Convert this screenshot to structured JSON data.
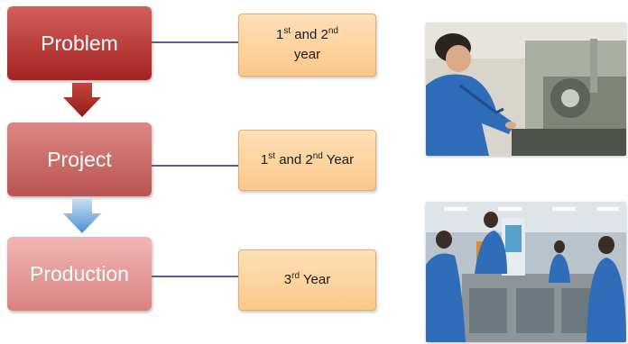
{
  "stages": [
    {
      "label": "Problem"
    },
    {
      "label": "Project"
    },
    {
      "label": "Production"
    }
  ],
  "years": [
    {
      "before": "1",
      "sup1": "st",
      "mid": " and 2",
      "sup2": "nd",
      "after": " year"
    },
    {
      "before": "1",
      "sup1": "st",
      "mid": " and 2",
      "sup2": "nd",
      "after": " Year"
    },
    {
      "before": "3",
      "sup1": "rd",
      "after": " Year"
    }
  ],
  "colors": {
    "problem": "#a42320",
    "project": "#b95554",
    "production": "#d98280",
    "year_box": "#fcc88a",
    "connector": "#5c5aa0",
    "arrow_red": "#c0392b",
    "arrow_blue": "#5b9bd5"
  }
}
